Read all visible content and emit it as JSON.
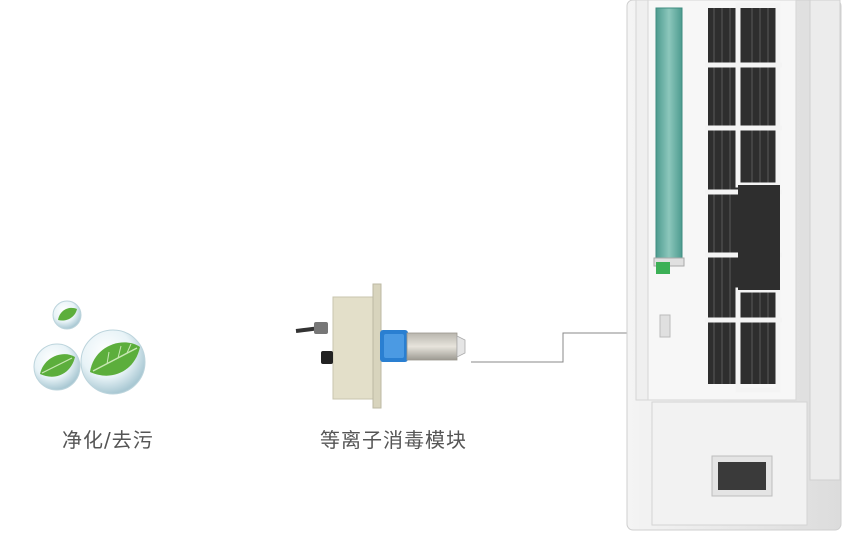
{
  "features": {
    "purify_label": "净化/去污",
    "module_label": "等离子消毒模块"
  },
  "icons": {
    "purify": "leaf-bubble-icon",
    "module": "plasma-module-icon",
    "product": "air-conditioner-cutaway"
  },
  "colors": {
    "leaf_green": "#5cae3c",
    "filter_teal": "#6fb4a6",
    "module_blue": "#2a7fd1",
    "module_body": "#e3dfc9",
    "text_gray": "#555555"
  }
}
